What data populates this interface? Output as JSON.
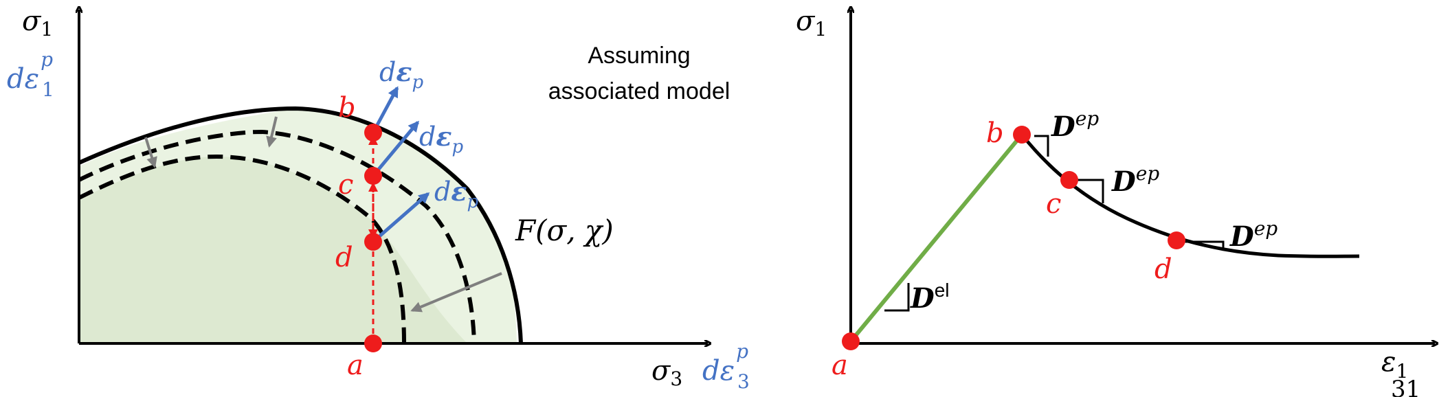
{
  "colors": {
    "axis": "#000000",
    "point": "#ee1c1c",
    "strain_vector": "#4472c4",
    "shrink_arrow": "#7f7f7f",
    "elastic_line": "#70ad47",
    "yield_fill_outer": "#e8f2df",
    "yield_fill_inner": "#dcebd0",
    "point_label": "#ee1c1c",
    "strain_label": "#4472c4"
  },
  "left_panel": {
    "y_axis_label": "σ",
    "y_axis_sub": "1",
    "y_strain_label": "dε",
    "y_strain_sup": "p",
    "y_strain_sub": "1",
    "x_axis_label": "σ",
    "x_axis_sub": "3",
    "x_strain_label": "dε",
    "x_strain_sup": "p",
    "x_strain_sub": "3",
    "note_line1": "Assuming",
    "note_line2": "associated model",
    "yield_function": "F(σ, χ)",
    "points": [
      "a",
      "b",
      "c",
      "d"
    ],
    "strain_increment_label": "d",
    "strain_increment_symbol": "ε",
    "strain_increment_sub": "p"
  },
  "right_panel": {
    "y_axis_label": "σ",
    "y_axis_sub": "1",
    "x_axis_label": "ε",
    "x_axis_sub": "1",
    "x_axis_sub_extra": "31",
    "points": [
      "a",
      "b",
      "c",
      "d"
    ],
    "elastic_modulus": "D",
    "elastic_sup": "el",
    "plastic_modulus": "D",
    "plastic_sup": "ep"
  }
}
